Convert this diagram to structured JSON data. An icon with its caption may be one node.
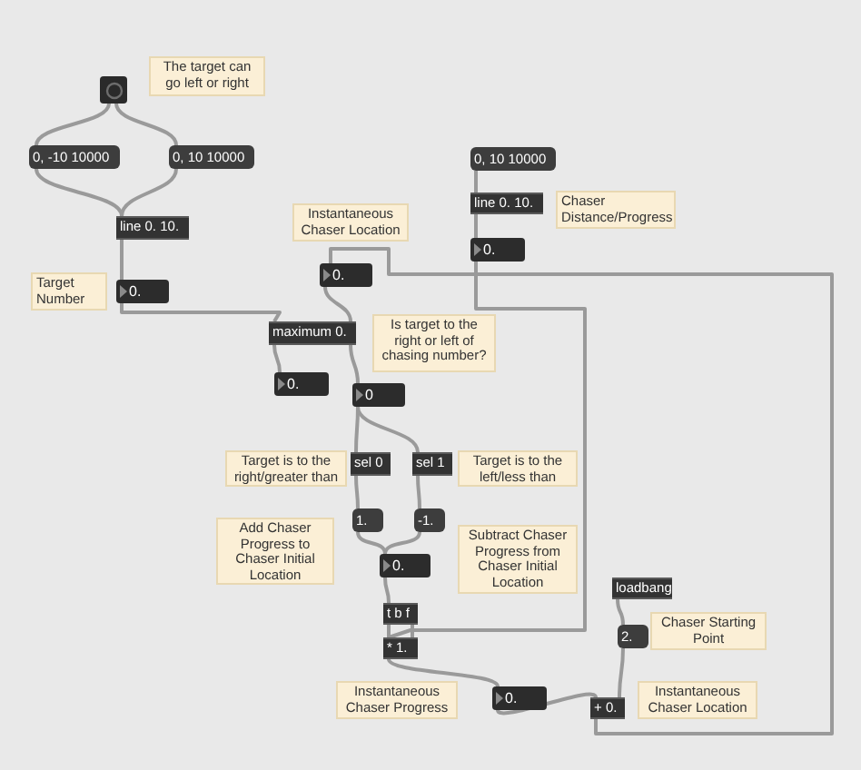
{
  "diagram": {
    "nodes": [
      {
        "text": [],
        "shape": "box"
      },
      {
        "text": [
          "The target can go left or right"
        ]
      },
      {
        "text": [
          "0, -10 10000"
        ]
      },
      {
        "text": [
          "0, 10 10000"
        ]
      },
      {
        "text": [
          "0, 10 10000"
        ]
      },
      {
        "text": [
          "line 0. 10."
        ]
      },
      {
        "text": [
          "Chaser Distance/Progress"
        ]
      },
      {
        "text": [
          "line 0. 10."
        ]
      },
      {
        "text": [
          "Instantaneous Chaser Location"
        ]
      },
      {
        "text": [
          "0."
        ]
      },
      {
        "text": [
          "0."
        ]
      },
      {
        "text": [
          "Target Number"
        ]
      },
      {
        "text": [
          "0."
        ]
      },
      {
        "text": [
          "Is target to the right or left of chasing number?"
        ]
      },
      {
        "text": [
          "maximum 0."
        ]
      },
      {
        "text": [
          "0."
        ]
      },
      {
        "text": [
          "0"
        ]
      },
      {
        "text": [
          "Target is to the right/greater than"
        ]
      },
      {
        "text": [
          "sel 0"
        ]
      },
      {
        "text": [
          "sel 1"
        ]
      },
      {
        "text": [
          "Target is to the left/less than"
        ]
      },
      {
        "text": [
          "1."
        ]
      },
      {
        "text": [
          "-1."
        ]
      },
      {
        "text": [
          "Add Chaser Progress to Chaser Initial Location"
        ]
      },
      {
        "text": [
          "Subtract Chaser Progress from Chaser Initial Location"
        ]
      },
      {
        "text": [
          "0."
        ]
      },
      {
        "text": [
          "loadbang"
        ]
      },
      {
        "text": [
          "t b f"
        ]
      },
      {
        "text": [
          "Chaser Starting Point"
        ]
      },
      {
        "text": [
          "2."
        ]
      },
      {
        "text": [
          "* 1."
        ]
      },
      {
        "text": [
          "Instantaneous Chaser Progress"
        ]
      },
      {
        "text": [
          "0."
        ]
      },
      {
        "text": [
          "+ 0."
        ]
      },
      {
        "text": [
          "Instantaneous Chaser Location"
        ]
      }
    ],
    "edges": [
      {
        "from": 0,
        "to": 2,
        "arrow": "none"
      },
      {
        "from": 0,
        "to": 3,
        "arrow": "none"
      },
      {
        "from": 2,
        "to": 7,
        "arrow": "none"
      },
      {
        "from": 3,
        "to": 7,
        "arrow": "none"
      },
      {
        "from": 7,
        "to": 12,
        "arrow": "none"
      },
      {
        "from": 12,
        "to": 14,
        "arrow": "none"
      },
      {
        "from": 10,
        "to": 14,
        "arrow": "none"
      },
      {
        "from": 14,
        "to": 15,
        "arrow": "none"
      },
      {
        "from": 14,
        "to": 16,
        "arrow": "none"
      },
      {
        "from": 16,
        "to": 18,
        "arrow": "none"
      },
      {
        "from": 16,
        "to": 19,
        "arrow": "none"
      },
      {
        "from": 18,
        "to": 21,
        "arrow": "none"
      },
      {
        "from": 19,
        "to": 22,
        "arrow": "none"
      },
      {
        "from": 21,
        "to": 25,
        "arrow": "none"
      },
      {
        "from": 22,
        "to": 25,
        "arrow": "none"
      },
      {
        "from": 25,
        "to": 27,
        "arrow": "none"
      },
      {
        "from": 27,
        "to": 30,
        "arrow": "none"
      },
      {
        "from": 27,
        "to": 30,
        "arrow": "none"
      },
      {
        "from": 9,
        "to": 30,
        "arrow": "none"
      },
      {
        "from": 30,
        "to": 32,
        "arrow": "none"
      },
      {
        "from": 32,
        "to": 33,
        "arrow": "none"
      },
      {
        "from": 26,
        "to": 29,
        "arrow": "none"
      },
      {
        "from": 29,
        "to": 33,
        "arrow": "none"
      },
      {
        "from": 33,
        "to": 10,
        "arrow": "none"
      },
      {
        "from": 4,
        "to": 5,
        "arrow": "none"
      },
      {
        "from": 5,
        "to": 9,
        "arrow": "none"
      }
    ]
  }
}
